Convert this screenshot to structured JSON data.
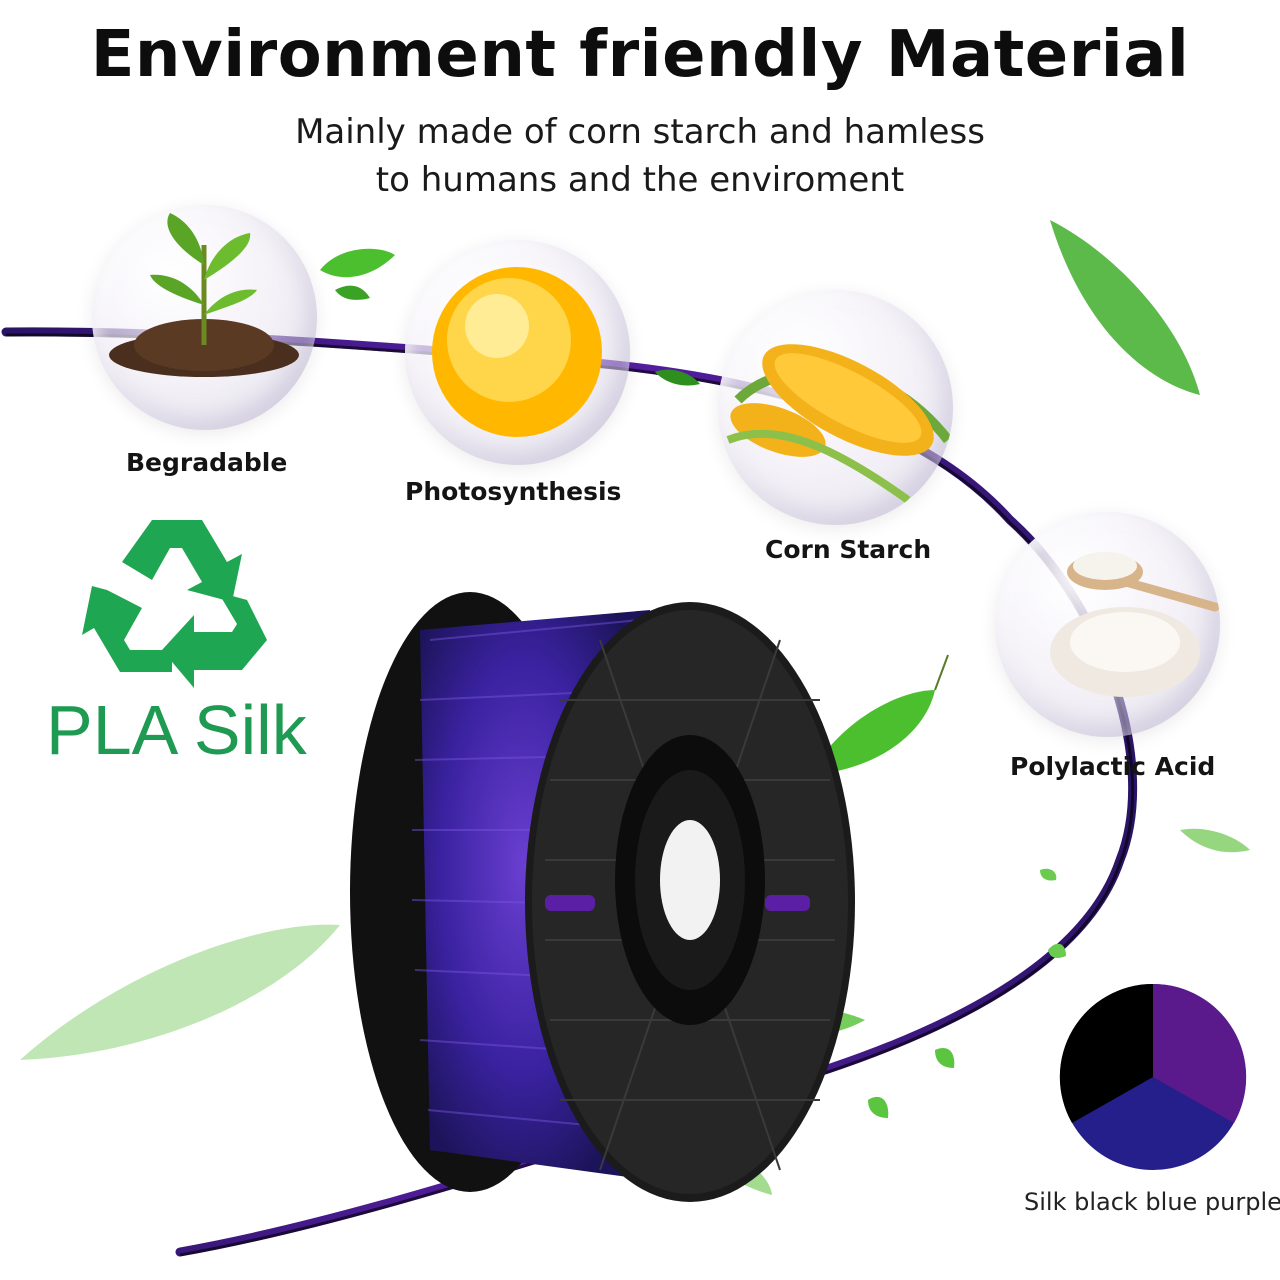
{
  "header": {
    "title": "Environment friendly Material",
    "subtitle_line1": "Mainly made of corn starch and hamless",
    "subtitle_line2": "to humans and the enviroment"
  },
  "features": [
    {
      "label": "Begradable",
      "icon": "plant-in-soil-icon"
    },
    {
      "label": "Photosynthesis",
      "icon": "sun-icon"
    },
    {
      "label": "Corn Starch",
      "icon": "corn-icon"
    },
    {
      "label": "Polylactic Acid",
      "icon": "powder-spoon-icon"
    }
  ],
  "brand": {
    "material": "PLA Silk",
    "recycle_icon": "recycle-icon",
    "recycle_color": "#1fa652"
  },
  "color_swatch": {
    "label": "Silk black blue purple",
    "colors": [
      "#000000",
      "#5b1a8c",
      "#241f8a"
    ]
  },
  "accent_colors": {
    "filament_purple": "#4a1f9e",
    "leaf_green": "#4cbf2f"
  }
}
